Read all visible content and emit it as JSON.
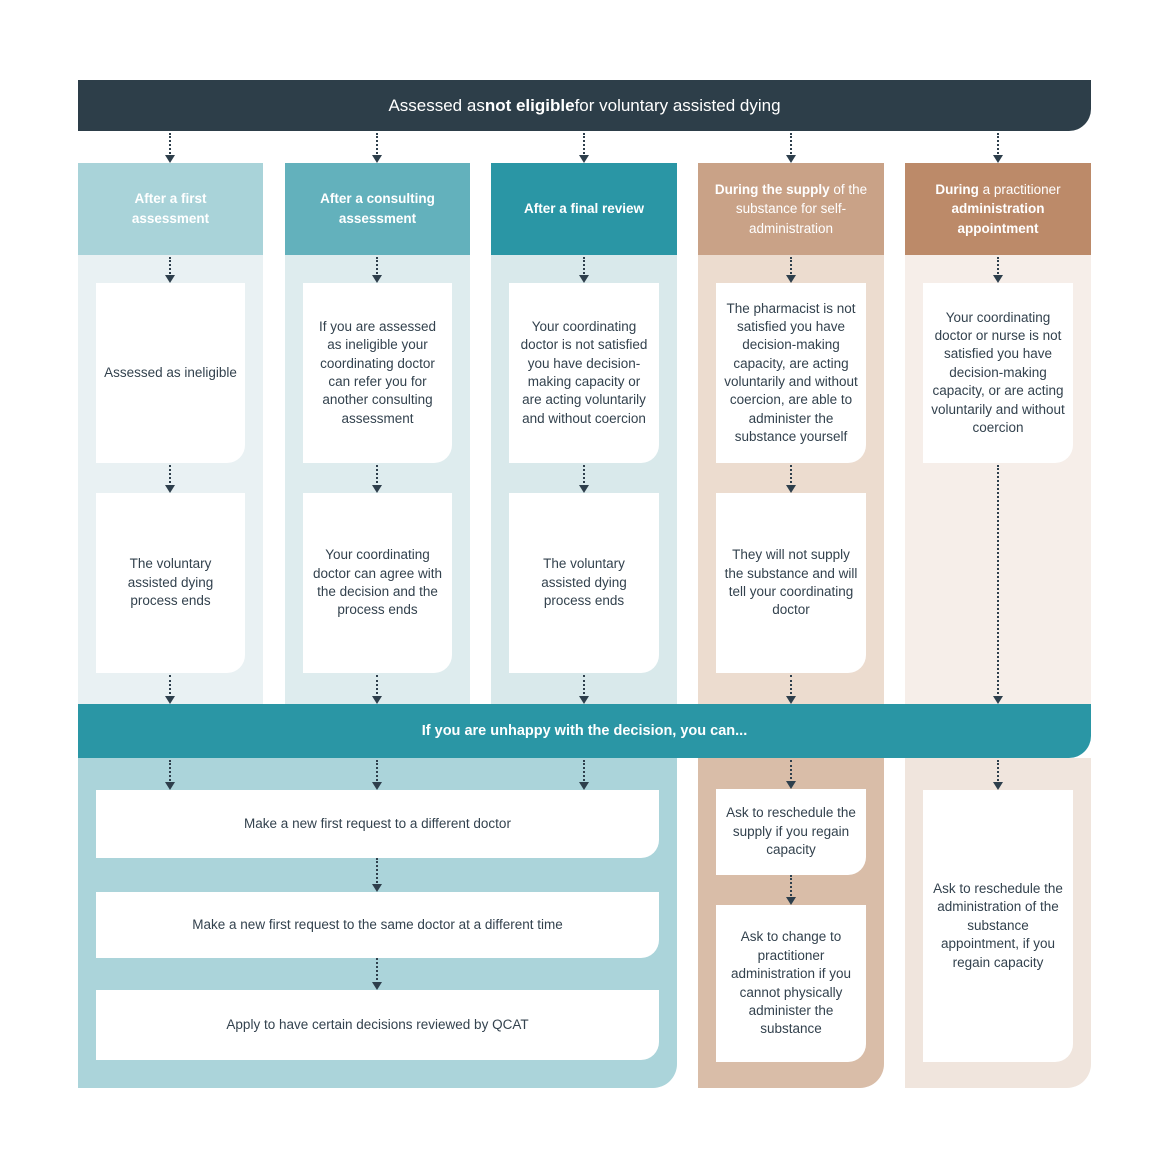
{
  "banner": {
    "pre": "Assessed as ",
    "bold": "not eligible",
    "post": " for voluntary assisted dying"
  },
  "band": {
    "label": "If you are unhappy with the decision, you can..."
  },
  "columns": [
    {
      "header": {
        "text": "After a first assessment"
      },
      "boxes": [
        "Assessed as ineligible",
        "The voluntary assisted dying process ends"
      ]
    },
    {
      "header": {
        "text": "After a consulting assessment"
      },
      "boxes": [
        "If you are assessed as ineligible your coordinating doctor can refer you for another consulting assessment",
        "Your coordinating doctor can agree with the decision and the process ends"
      ]
    },
    {
      "header": {
        "text": "After a final review"
      },
      "boxes": [
        "Your coordinating doctor is not satisfied you have decision-making capacity or are acting voluntarily and without coercion",
        "The voluntary assisted dying process ends"
      ]
    },
    {
      "header": {
        "bold": "During the supply",
        "rest": " of the substance for self-administration"
      },
      "boxes": [
        "The pharmacist is not satisfied you have decision-making capacity, are acting voluntarily and without coercion, are able to administer the substance yourself",
        "They will not supply the substance and will tell your coordinating doctor"
      ],
      "options": [
        "Ask to reschedule the supply if you regain capacity",
        "Ask to change to practitioner administration if you cannot physically administer the substance"
      ]
    },
    {
      "header": {
        "bold1": "During",
        "rest1": " a practitioner ",
        "bold2": "administration appointment"
      },
      "boxes": [
        "Your coordinating doctor or nurse is not satisfied you have decision-making capacity, or are acting voluntarily and without coercion"
      ],
      "options": [
        "Ask to reschedule the administration of the substance appointment, if you regain capacity"
      ]
    }
  ],
  "options_left": [
    "Make a new first request to a different doctor",
    "Make a new first request to the same doctor at a different time",
    "Apply to have certain decisions reviewed by QCAT"
  ],
  "colors": {
    "dark": "#2d3e49",
    "teal": "#2a96a5",
    "text": "#33424e",
    "arrow": "#2e3f4c",
    "h1": "#a9d3d9",
    "h2": "#63b1bc",
    "h3": "#2a96a5",
    "h4": "#c9a287",
    "h5": "#bc8a69",
    "bg1": "#e9f1f3",
    "bg2": "#deecee",
    "bg3": "#d9e9eb",
    "bg4": "#ecdccf",
    "bg5": "#f6eee9",
    "low-left": "#abd4da",
    "low4": "#d9bda8",
    "low5": "#f0e5dd"
  }
}
